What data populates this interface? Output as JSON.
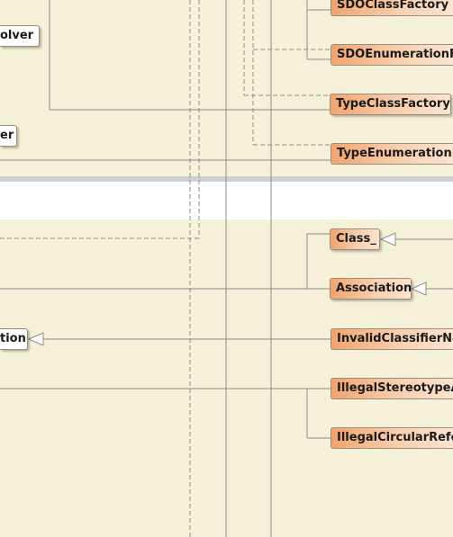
{
  "colors": {
    "canvas": "#f4f1d8",
    "separator": "#cfcfcf",
    "white_band": "#ffffff",
    "node_gradient_start": "#f1a46f",
    "node_gradient_end": "#fbe4d1",
    "node_border": "#9a8c7a",
    "connector_line": "#8c8c8c"
  },
  "nodes": {
    "sdo_class_factory": "SDOClassFactory",
    "sdo_enumeration_factory": "SDOEnumerationFa",
    "type_class_factory": "TypeClassFactory",
    "type_enumeration_factory": "TypeEnumerationF",
    "class_": "Class_",
    "association": "Association",
    "invalid_classifier_name": "InvalidClassifierNa",
    "illegal_stereotype": "IllegalStereotypeA",
    "illegal_circular_reference": "IllegalCircularRefe",
    "resolver_fragment": "olver",
    "er_fragment": "er",
    "tion_fragment": "tion"
  }
}
